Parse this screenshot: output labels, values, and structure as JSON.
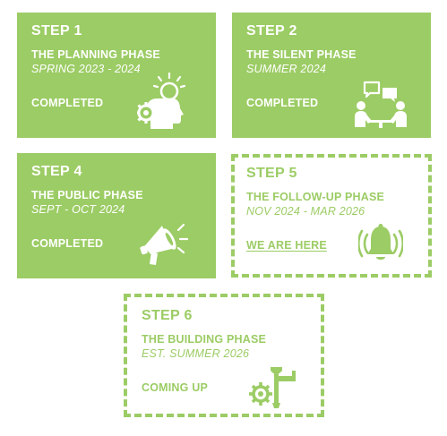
{
  "colors": {
    "accent": "#9ccc65",
    "on_accent": "#ffffff"
  },
  "steps": [
    {
      "step": "STEP 1",
      "phase": "THE PLANNING PHASE",
      "date": "SPRING 2023 - 2024",
      "status": "COMPLETED",
      "icon": "head-lightbulb-gear-icon"
    },
    {
      "step": "STEP 2",
      "phase": "THE SILENT PHASE",
      "date": "SUMMER 2024",
      "status": "COMPLETED",
      "icon": "people-conversation-icon"
    },
    {
      "step": "STEP 4",
      "phase": "THE PUBLIC PHASE",
      "date": "SEPT - OCT 2024",
      "status": "COMPLETED",
      "icon": "megaphone-icon"
    },
    {
      "step": "STEP 5",
      "phase": "THE FOLLOW-UP PHASE",
      "date": "NOV 2024 - MAR 2026",
      "status": "WE ARE HERE",
      "icon": "ringing-bell-icon"
    },
    {
      "step": "STEP 6",
      "phase": "THE BUILDING PHASE",
      "date": "EST. SUMMER 2026",
      "status": "COMING UP",
      "icon": "gear-wrench-icon"
    }
  ]
}
